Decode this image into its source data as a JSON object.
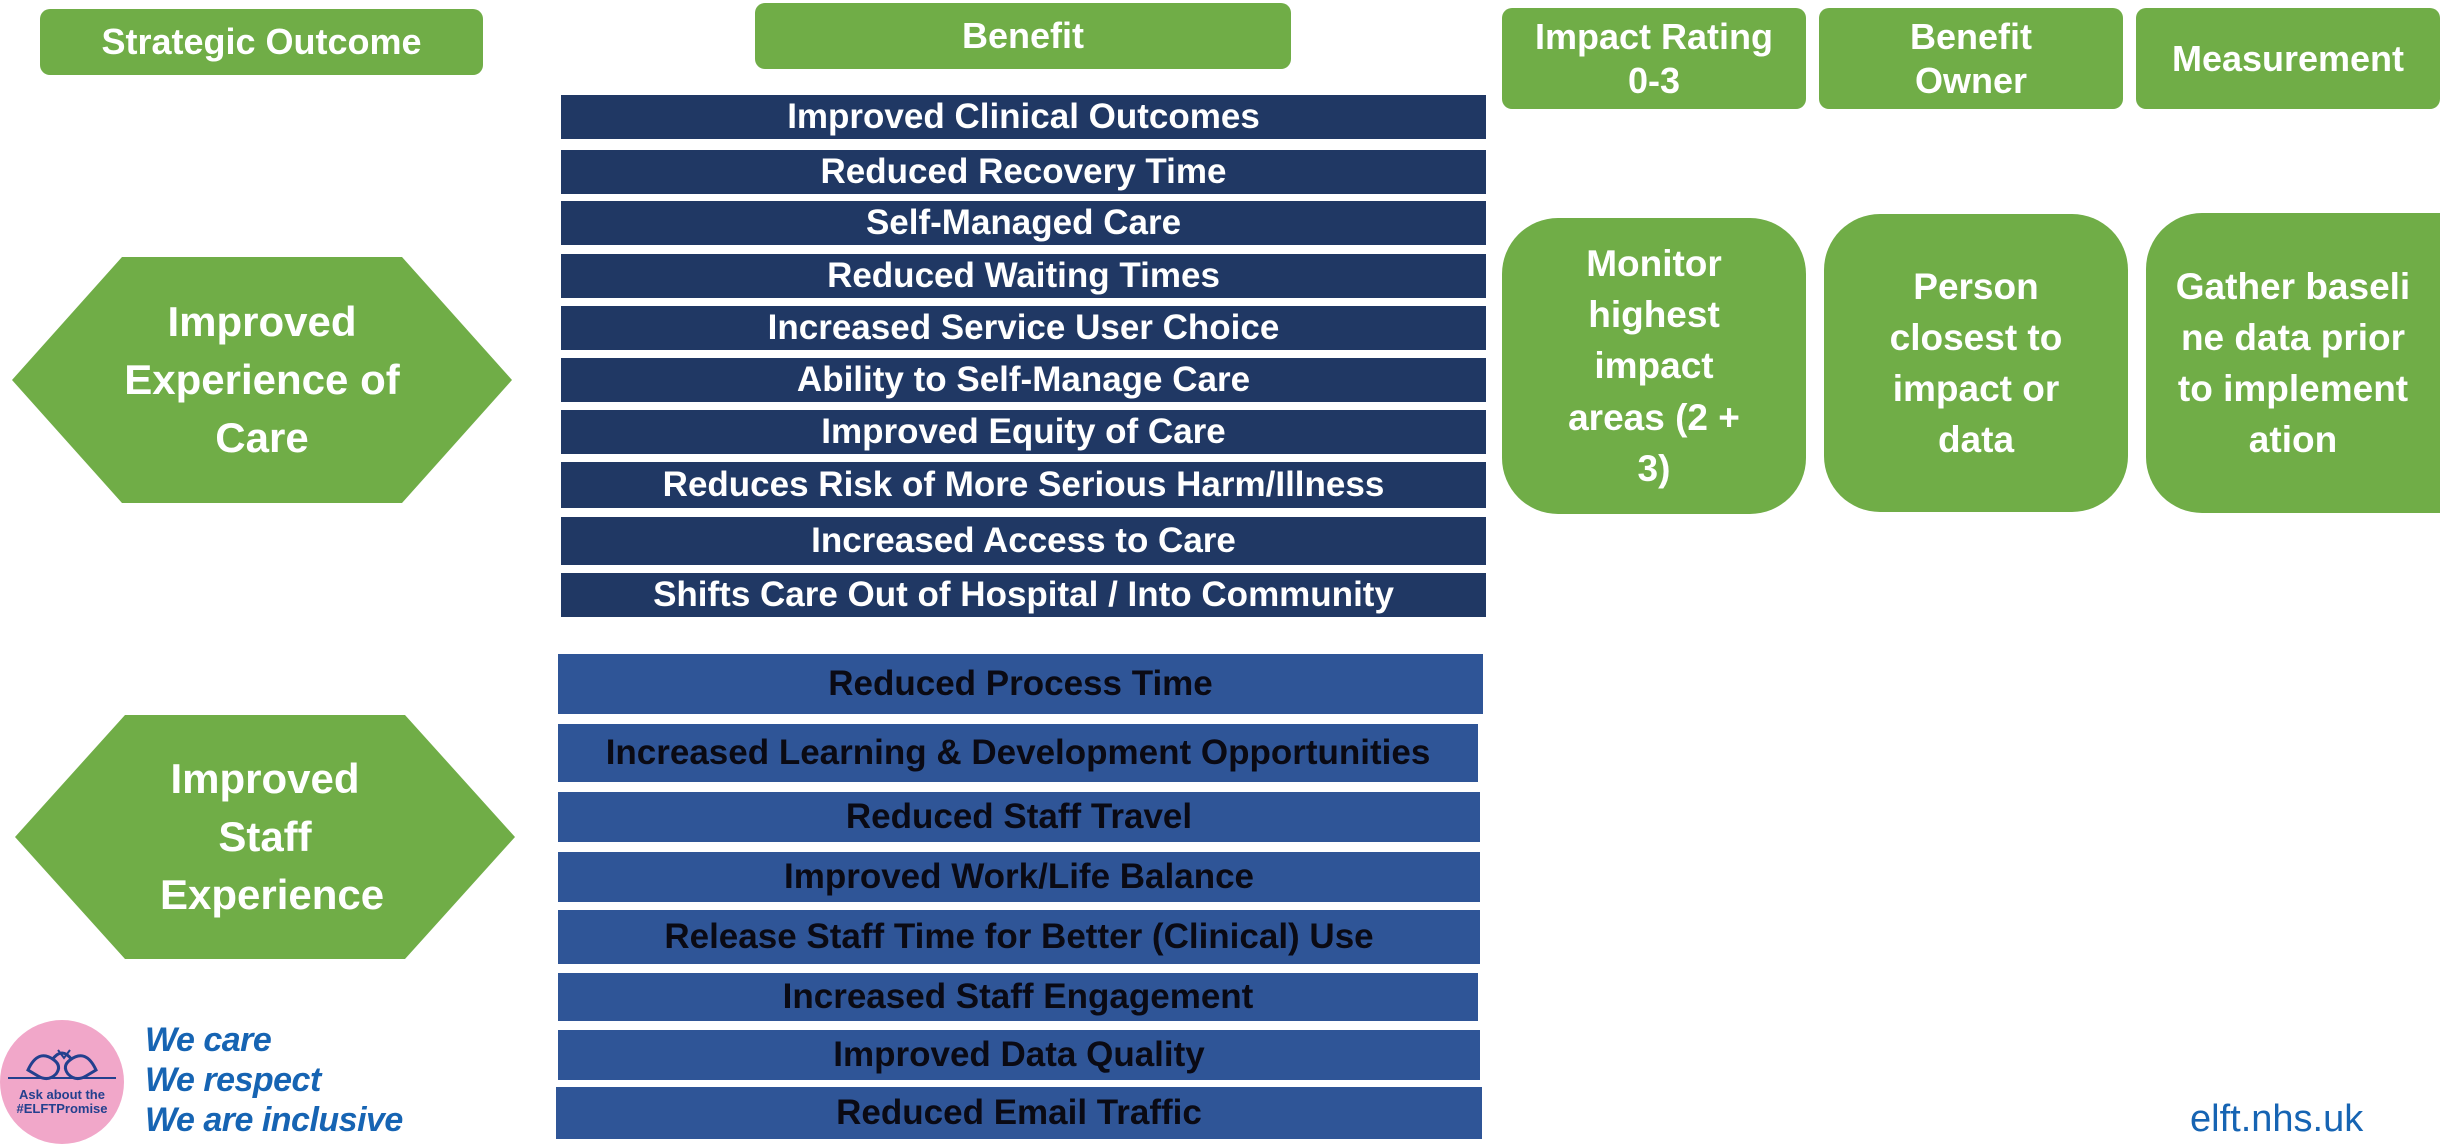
{
  "headers": {
    "strategic_outcome": "Strategic Outcome",
    "benefit": "Benefit",
    "impact_rating": "Impact Rating 0-3",
    "benefit_owner": "Benefit Owner",
    "measurement": "Measurement"
  },
  "outcomes": {
    "care": "Improved Experience of Care",
    "staff": "Improved Staff Experience"
  },
  "care_benefits": [
    "Improved Clinical Outcomes",
    "Reduced Recovery Time",
    "Self-Managed Care",
    "Reduced Waiting Times",
    "Increased Service User Choice",
    "Ability to Self-Manage Care",
    "Improved Equity of Care",
    "Reduces Risk of More Serious Harm/Illness",
    "Increased Access to Care",
    "Shifts Care Out of Hospital / Into Community"
  ],
  "staff_benefits": [
    "Reduced Process Time",
    "Increased Learning & Development Opportunities",
    "Reduced Staff Travel",
    "Improved Work/Life Balance",
    "Release Staff Time for Better (Clinical) Use",
    "Increased Staff Engagement",
    "Improved Data Quality",
    "Reduced Email Traffic"
  ],
  "guidance": {
    "impact_rating": "Monitor highest impact areas (2 + 3)",
    "benefit_owner": "Person closest to impact or data",
    "measurement": "Gather baseline data prior to implementation"
  },
  "footer": {
    "logo_text": "Ask about the #ELFTPromise",
    "values": [
      "We care",
      "We respect",
      "We are inclusive"
    ],
    "url": "elft.nhs.uk"
  },
  "colors": {
    "green": "#70ad47",
    "dark_navy": "#203864",
    "mid_blue": "#2f5597",
    "brand_blue": "#1664b3",
    "logo_pink": "#f1a7c9"
  }
}
